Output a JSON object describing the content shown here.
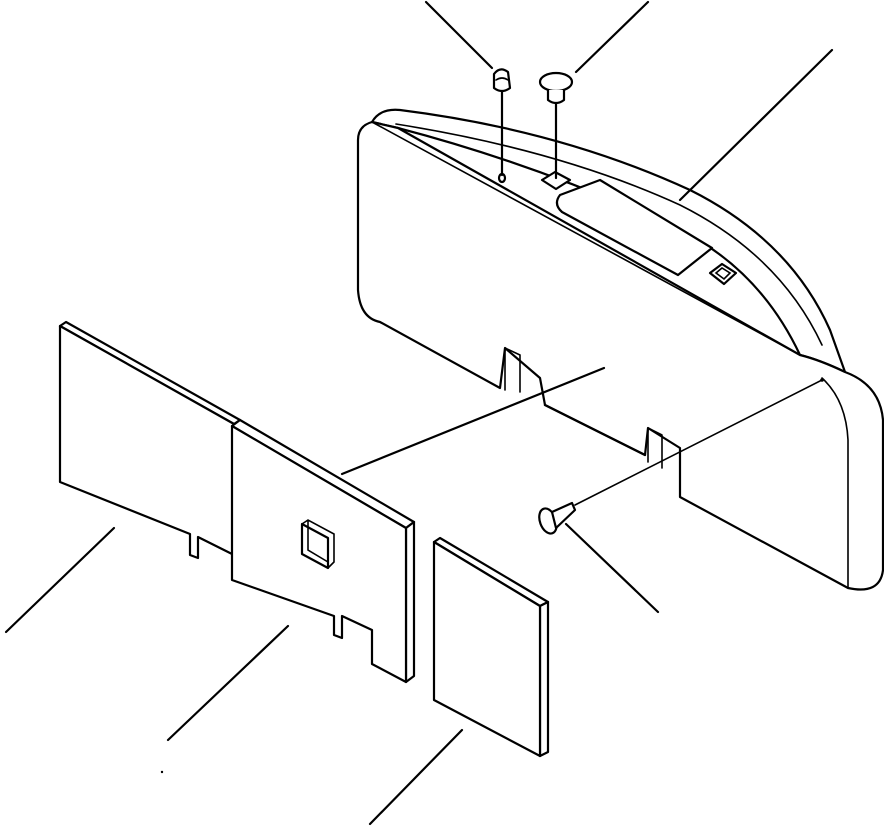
{
  "diagram": {
    "background": "#ffffff",
    "ink": "#000000",
    "parts": [
      {
        "id": "cover-housing",
        "shape": "curved-cover"
      },
      {
        "id": "clip",
        "shape": "clip"
      },
      {
        "id": "plug",
        "shape": "mushroom-plug"
      },
      {
        "id": "clip-rivet",
        "shape": "push-rivet"
      },
      {
        "id": "insulation-pad-left",
        "shape": "flat-panel"
      },
      {
        "id": "insulation-pad-center",
        "shape": "flat-panel-with-window"
      },
      {
        "id": "insulation-pad-right",
        "shape": "flat-panel"
      }
    ]
  }
}
